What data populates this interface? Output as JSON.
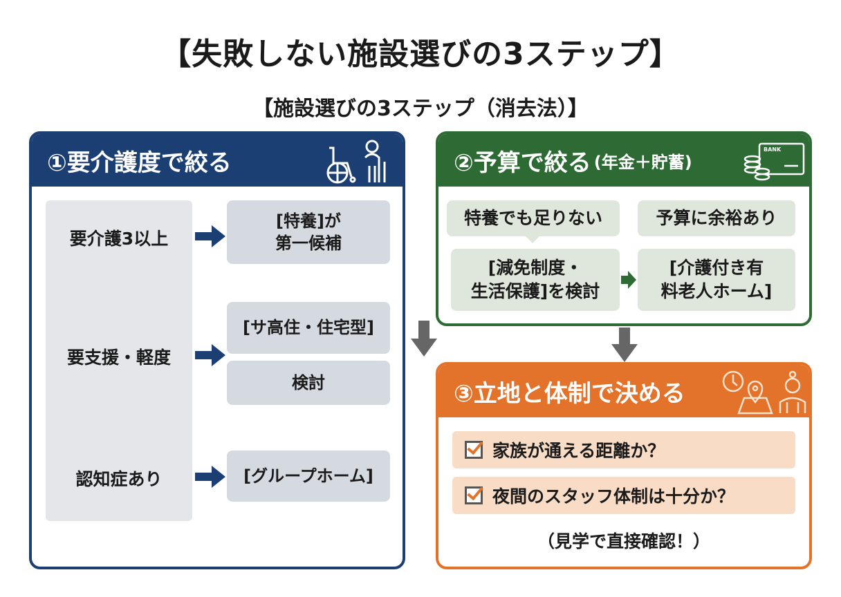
{
  "title": "【失敗しない施設選びの3ステップ】",
  "subtitle": "【施設選びの3ステップ（消去法）】",
  "colors": {
    "blue": "#1c3f73",
    "green": "#2e6b34",
    "orange": "#e3732a"
  },
  "step1": {
    "heading": "①要介護度で絞る",
    "icon": "wheelchair-elderly-icon",
    "rows": [
      {
        "condition": "要介護3以上",
        "result": [
          "[特養]が",
          "第一候補"
        ]
      },
      {
        "condition": "要支援・軽度",
        "result": [
          "[サ高住・住宅型]",
          "検討"
        ]
      },
      {
        "condition": "認知症あり",
        "result": [
          "[グループホーム]"
        ]
      }
    ]
  },
  "step2": {
    "heading": "②予算で絞る",
    "heading_note": "(年金＋貯蓄)",
    "icon_text": "BANK",
    "not_enough": "特養でも足りない",
    "has_margin": "予算に余裕あり",
    "option_a": [
      "[減免制度・",
      "生活保護]を検討"
    ],
    "option_b": [
      "[介護付き有",
      "料老人ホーム]"
    ]
  },
  "step3": {
    "heading": "③立地と体制で決める",
    "checks": [
      "家族が通える距離か？",
      "夜間のスタッフ体制は十分か？"
    ],
    "note": "（見学で直接確認！）"
  }
}
